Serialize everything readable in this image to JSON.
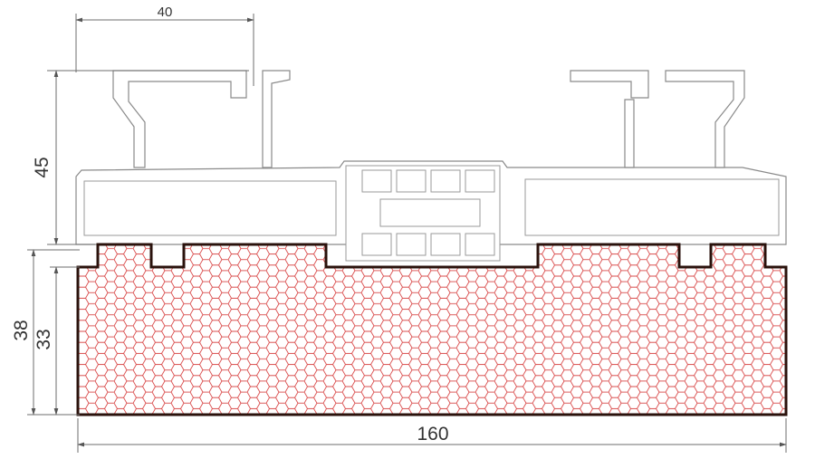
{
  "dimensions": {
    "top_width": "40",
    "profile_height": "45",
    "insulation_total": "38",
    "insulation_core": "33",
    "overall_width": "160"
  },
  "colors": {
    "insulation_outline": "#2a120c",
    "hex_pattern": "#d94b4b",
    "profile_stroke": "#8a8a8a",
    "dimension_lines": "#6e6e6e"
  }
}
